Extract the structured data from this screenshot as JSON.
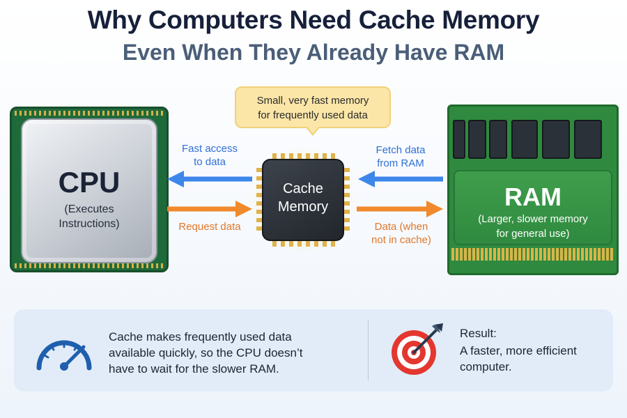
{
  "title": {
    "line1": "Why Computers Need Cache Memory",
    "line2": "Even When They Already Have RAM"
  },
  "callout": {
    "line1": "Small, very fast memory",
    "line2": "for frequently used data"
  },
  "cpu": {
    "name": "CPU",
    "desc_line1": "(Executes",
    "desc_line2": "Instructions)"
  },
  "cache": {
    "line1": "Cache",
    "line2": "Memory"
  },
  "ram": {
    "name": "RAM",
    "desc_line1": "(Larger, slower memory",
    "desc_line2": "for general use)"
  },
  "arrows": {
    "fast_access_line1": "Fast access",
    "fast_access_line2": "to data",
    "request_data": "Request data",
    "fetch_line1": "Fetch data",
    "fetch_line2": "from RAM",
    "data_when_line1": "Data (when",
    "data_when_line2": "not in cache)"
  },
  "bottom": {
    "summary_line1": "Cache makes frequently used data",
    "summary_line2": "available quickly, so the CPU doesn’t",
    "summary_line3": "have to wait for the slower RAM.",
    "result_title": "Result:",
    "result_line1": "A faster, more efficient",
    "result_line2": "computer."
  },
  "colors": {
    "blue_arrow": "#3d86ea",
    "orange_arrow": "#f08a2c",
    "gauge": "#1f5fae",
    "target_red": "#e3372f"
  },
  "icons": [
    "speedometer-icon",
    "target-icon"
  ]
}
